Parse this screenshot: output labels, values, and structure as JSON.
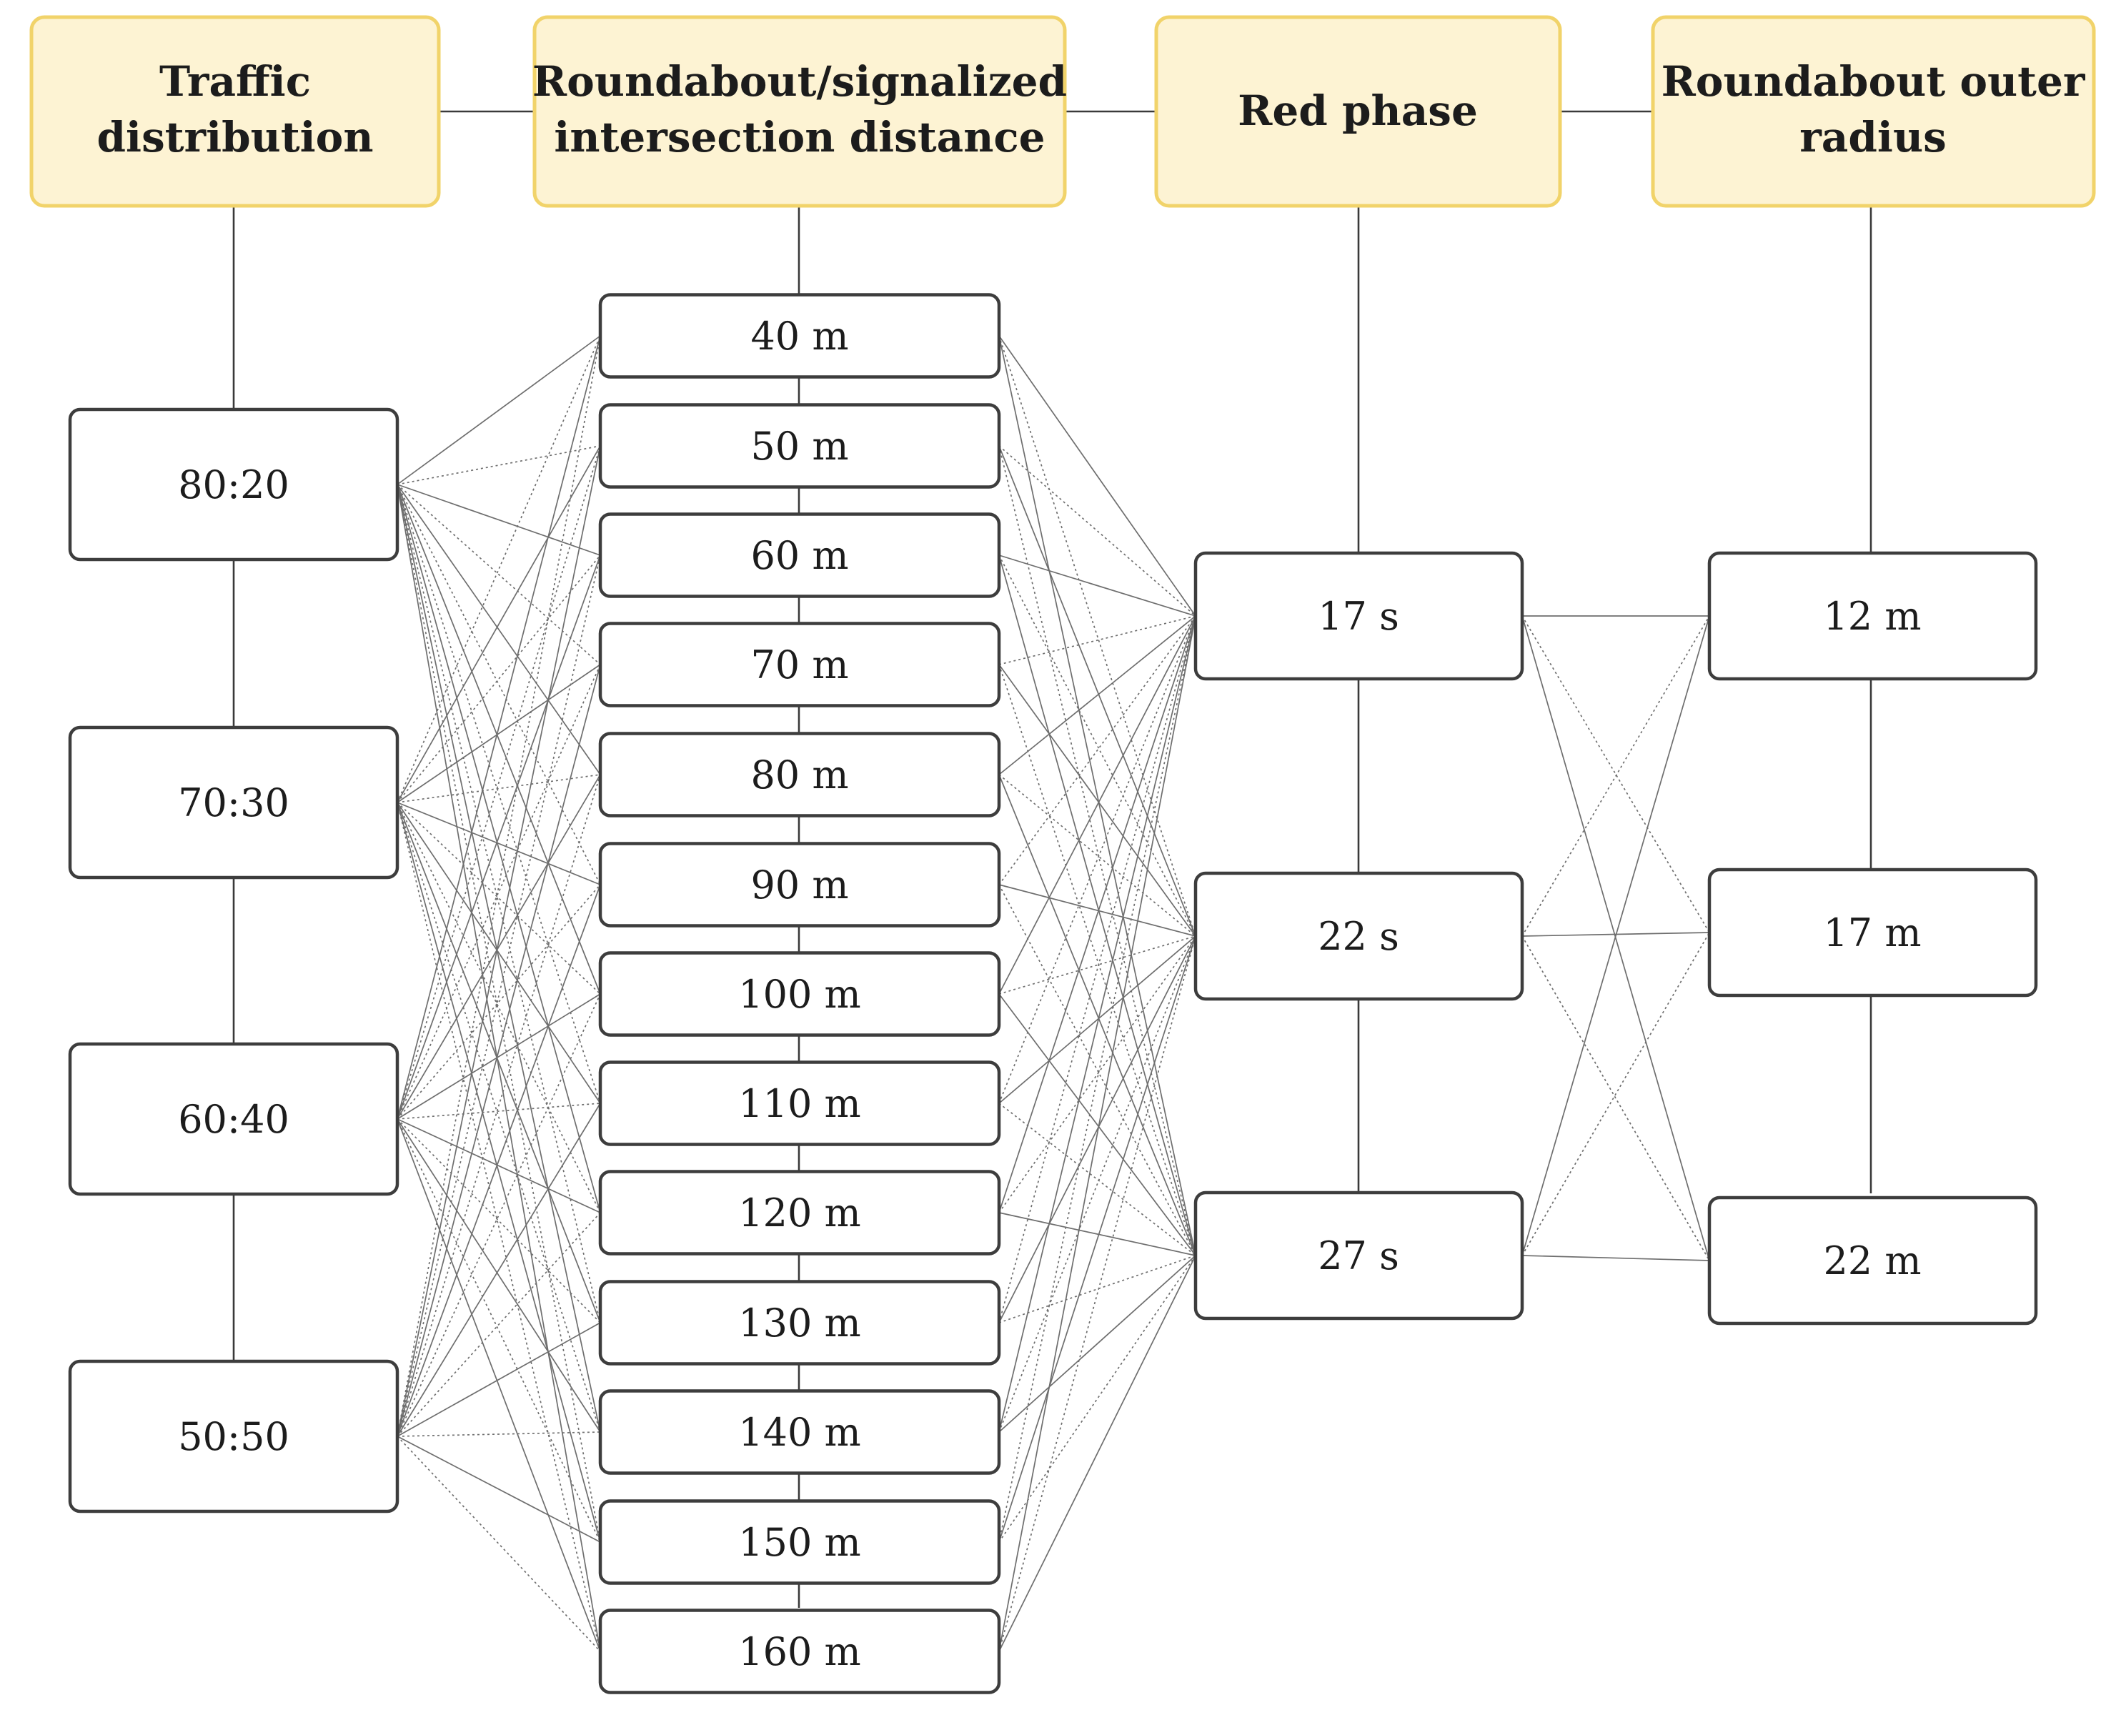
{
  "headers": {
    "traffic": [
      "Traffic",
      "distribution"
    ],
    "distance": [
      "Roundabout/signalized",
      "intersection distance"
    ],
    "red": [
      "Red phase"
    ],
    "radius": [
      "Roundabout outer",
      "radius"
    ]
  },
  "traffic_distribution": [
    "80:20",
    "70:30",
    "60:40",
    "50:50"
  ],
  "intersection_distance": [
    "40 m",
    "50 m",
    "60 m",
    "70 m",
    "80 m",
    "90 m",
    "100 m",
    "110 m",
    "120 m",
    "130 m",
    "140 m",
    "150 m",
    "160 m"
  ],
  "red_phase": [
    "17 s",
    "22 s",
    "27 s"
  ],
  "outer_radius": [
    "12 m",
    "17 m",
    "22 m"
  ],
  "colors": {
    "header_fill": "#fdf3d3",
    "header_border": "#f1d36a",
    "node_border": "#3d3d3d",
    "edge": "#6e6e6e"
  }
}
